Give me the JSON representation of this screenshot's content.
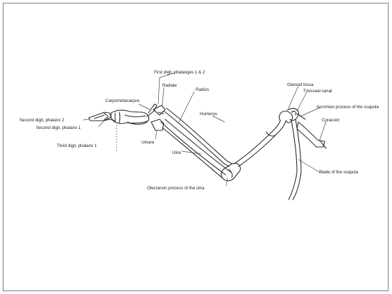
{
  "labels": {
    "first_digit": "First digit, phalanges 1 & 2",
    "carpometacarpus": "Carpometacarpus",
    "radiale": "Radiale",
    "radius": "Radius",
    "humerus": "Humerus",
    "glenoid_fossa": "Glenoid fossa",
    "triosseal_canal": "Triosseal canal",
    "acromion": "Acromian process of the scapula",
    "coracoid": "Coracoid",
    "second_digit_p2": "Second digit, phalanx 2",
    "second_digit_p1": "Second digit, phalanx 1",
    "third_digit": "Third digit, phalanx 1",
    "ulnare": "Ulnare",
    "ulna": "Ulna",
    "olecranon": "Olecranon process of the ulna",
    "blade": "Blade of the scapula"
  }
}
